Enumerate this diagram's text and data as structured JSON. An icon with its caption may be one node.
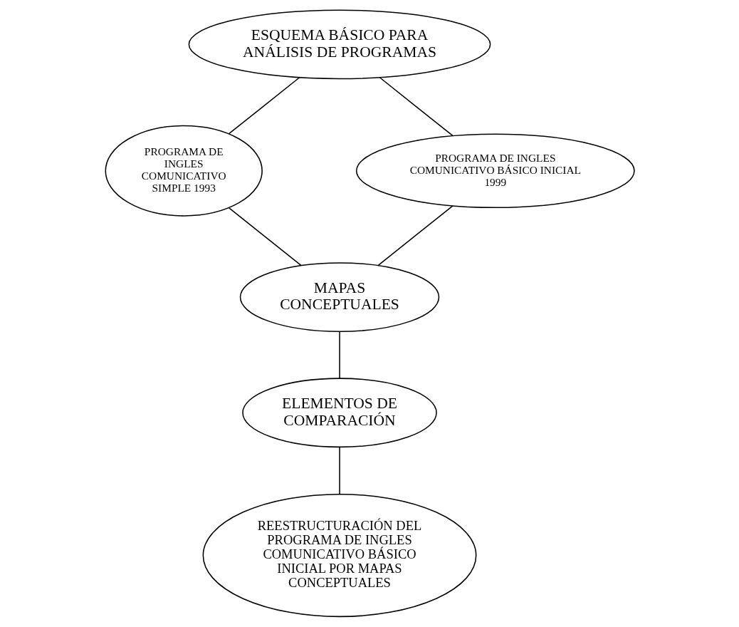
{
  "diagram": {
    "nodes": [
      {
        "text": [
          "ESQUEMA BÁSICO PARA ANÁLISIS DE PROGRAMAS"
        ]
      },
      {
        "text": [
          "PROGRAMA DE INGLES COMUNICATIVO SIMPLE 1993"
        ]
      },
      {
        "text": [
          "PROGRAMA DE INGLES COMUNICATIVO BÁSICO INICIAL 1999"
        ]
      },
      {
        "text": [
          "MAPAS CONCEPTUALES"
        ]
      },
      {
        "text": [
          "ELEMENTOS DE COMPARACIÓN"
        ]
      },
      {
        "text": [
          "REESTRUCTURACIÓN DEL PROGRAMA DE INGLES COMUNICATIVO BÁSICO INICIAL POR MAPAS CONCEPTUALES"
        ]
      }
    ],
    "edges": [
      {
        "from": 0,
        "to": 1,
        "arrow": "none"
      },
      {
        "from": 0,
        "to": 2,
        "arrow": "none"
      },
      {
        "from": 1,
        "to": 3,
        "arrow": "none"
      },
      {
        "from": 2,
        "to": 3,
        "arrow": "none"
      },
      {
        "from": 3,
        "to": 4,
        "arrow": "none"
      },
      {
        "from": 4,
        "to": 5,
        "arrow": "none"
      }
    ]
  }
}
